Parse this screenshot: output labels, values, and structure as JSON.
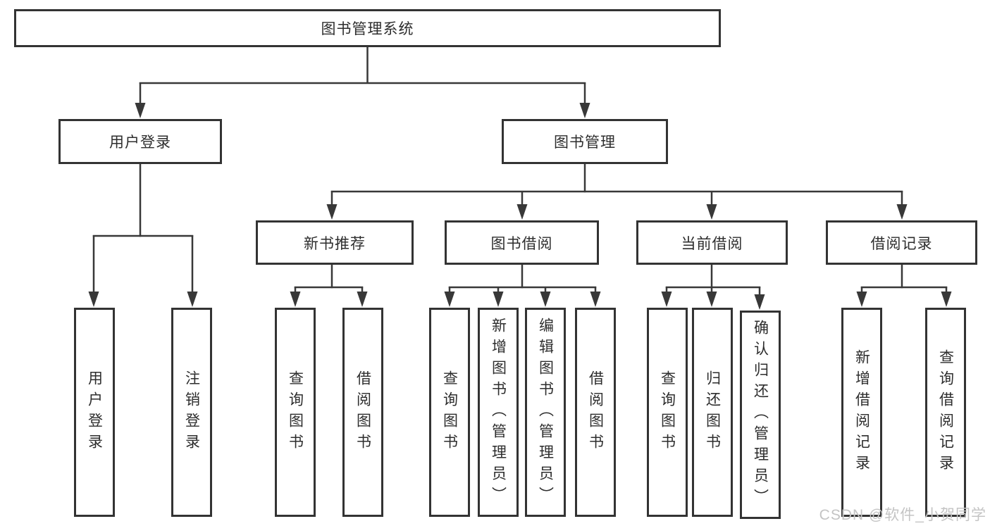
{
  "diagram": {
    "root": "图书管理系统",
    "branches": [
      {
        "label": "用户登录",
        "children": [
          "用户登录",
          "注销登录"
        ]
      },
      {
        "label": "图书管理",
        "children": [
          {
            "label": "新书推荐",
            "children": [
              "查询图书",
              "借阅图书"
            ]
          },
          {
            "label": "图书借阅",
            "children": [
              "查询图书",
              "新增图书（管理员）",
              "编辑图书（管理员）",
              "借阅图书"
            ]
          },
          {
            "label": "当前借阅",
            "children": [
              "查询图书",
              "归还图书",
              "确认归还（管理员）"
            ]
          },
          {
            "label": "借阅记录",
            "children": [
              "新增借阅记录",
              "查询借阅记录"
            ]
          }
        ]
      }
    ]
  },
  "watermark": {
    "text": "CSDN @软件_小贺同学"
  },
  "colors": {
    "line": "#383838",
    "box_border": "#333333",
    "box_fill": "#ffffff",
    "text": "#2d2d2d",
    "watermark": "#c4c4c4",
    "background": "#ffffff"
  }
}
